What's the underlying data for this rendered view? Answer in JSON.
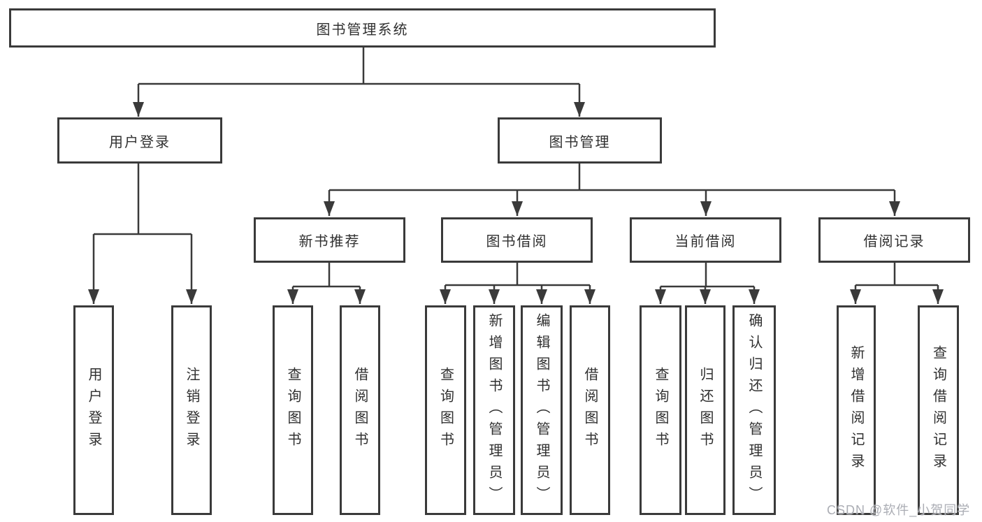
{
  "diagram_type": "hierarchy-structure-diagram",
  "colors": {
    "line": "#3a3a3a",
    "box_border": "#3a3a3a",
    "box_fill": "#ffffff",
    "text": "#303030",
    "watermark": "#a6a9b0",
    "background": "#ffffff"
  },
  "tree": {
    "root": {
      "label": "图书管理系统",
      "children": [
        {
          "label": "用户登录",
          "children": [
            {
              "label": "用户登录"
            },
            {
              "label": "注销登录"
            }
          ]
        },
        {
          "label": "图书管理",
          "children": [
            {
              "label": "新书推荐",
              "children": [
                {
                  "label": "查询图书"
                },
                {
                  "label": "借阅图书"
                }
              ]
            },
            {
              "label": "图书借阅",
              "children": [
                {
                  "label": "查询图书"
                },
                {
                  "label": "新增图书（管理员）"
                },
                {
                  "label": "编辑图书（管理员）"
                },
                {
                  "label": "借阅图书"
                }
              ]
            },
            {
              "label": "当前借阅",
              "children": [
                {
                  "label": "查询图书"
                },
                {
                  "label": "归还图书"
                },
                {
                  "label": "确认归还（管理员）"
                }
              ]
            },
            {
              "label": "借阅记录",
              "children": [
                {
                  "label": "新增借阅记录"
                },
                {
                  "label": "查询借阅记录"
                }
              ]
            }
          ]
        }
      ]
    }
  },
  "watermark": {
    "text": "CSDN @软件_小贺同学"
  }
}
